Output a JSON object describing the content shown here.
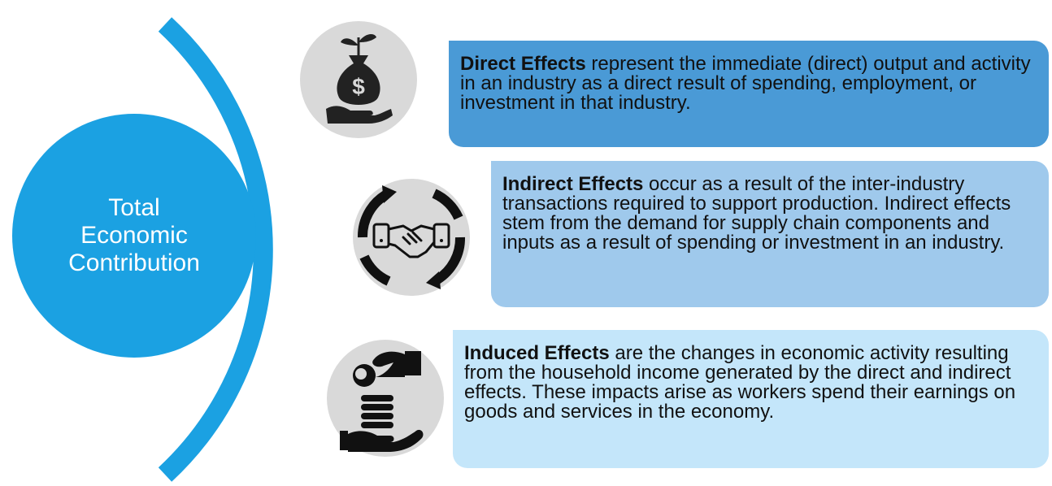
{
  "center": {
    "line1": "Total",
    "line2": "Economic",
    "line3": "Contribution"
  },
  "colors": {
    "center_circle": "#1ba1e2",
    "arc": "#1ba1e2",
    "direct_box": "#4a9ad6",
    "indirect_box": "#9fc9ec",
    "induced_box": "#c4e6fa",
    "icon_bg": "#d9d9d9"
  },
  "effects": [
    {
      "title": "Direct Effects",
      "text": " represent the immediate (direct) output and activity in an industry as a direct result of spending, employment, or investment in that industry.",
      "icon": "money-bag-plant-icon"
    },
    {
      "title": "Indirect Effects",
      "text": " occur as a result of the inter-industry transactions required to support production. Indirect effects stem from the demand for supply chain components and inputs as a result of spending or investment in an industry.",
      "icon": "handshake-cycle-icon"
    },
    {
      "title": "Induced Effects",
      "text": " are the changes in economic activity resulting from the household income generated by the direct and indirect effects. These impacts arise as workers spend their earnings on goods and services in the economy.",
      "icon": "coin-hands-icon"
    }
  ]
}
